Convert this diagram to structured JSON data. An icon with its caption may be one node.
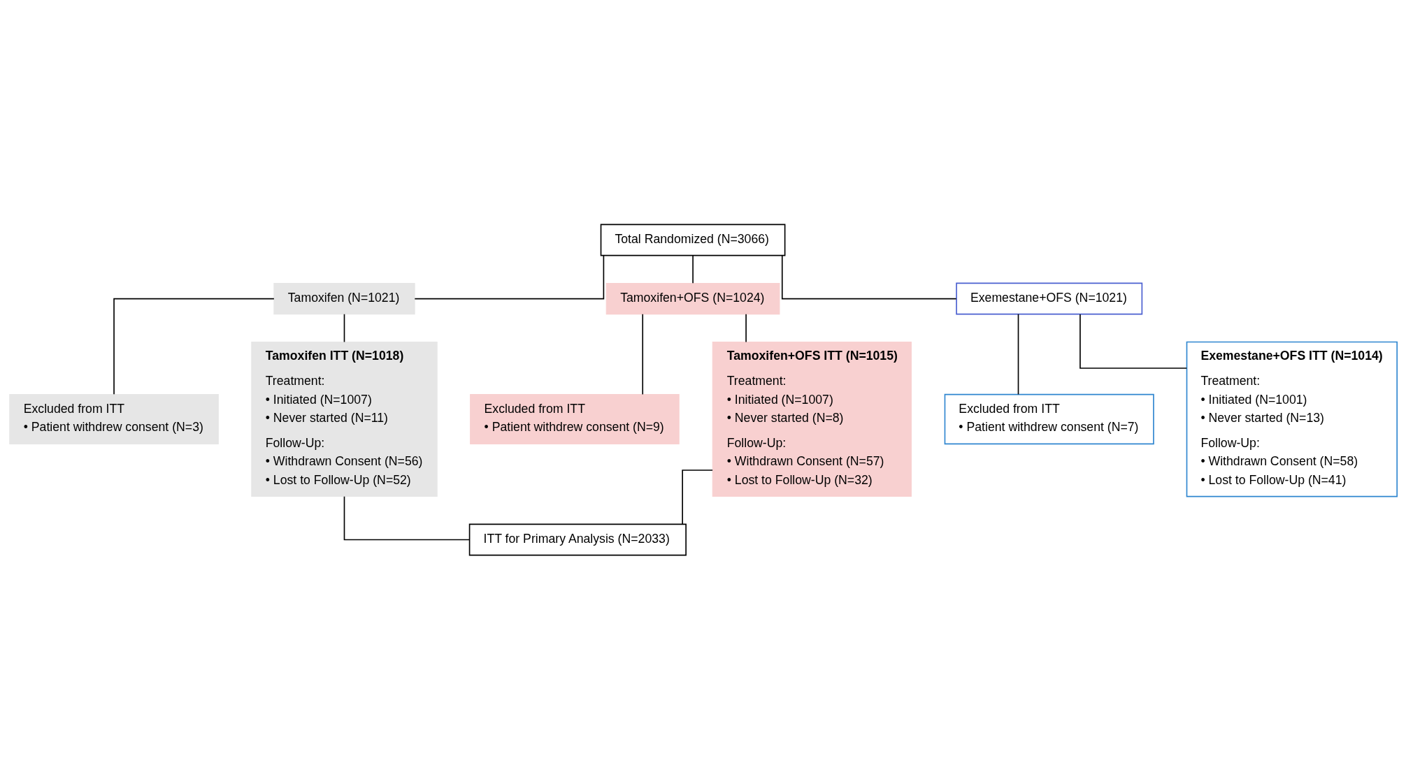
{
  "diagram": {
    "nodes": [
      {
        "text": [
          "Total Randomized (N=3066)"
        ]
      },
      {
        "text": [
          "Tamoxifen (N=1021)"
        ]
      },
      {
        "text": [
          "Tamoxifen+OFS (N=1024)"
        ]
      },
      {
        "text": [
          "Exemestane+OFS (N=1021)"
        ]
      },
      {
        "text": [
          "Excluded from ITT",
          "• Patient withdrew consent (N=3)"
        ]
      },
      {
        "text": [
          "Excluded from ITT",
          "• Patient withdrew consent (N=9)"
        ]
      },
      {
        "text": [
          "Excluded from ITT",
          "• Patient withdrew consent (N=7)"
        ]
      },
      {
        "text": [
          "Tamoxifen ITT (N=1018)",
          "Treatment:",
          "• Initiated (N=1007)",
          "• Never started (N=11)",
          "Follow-Up:",
          "• Withdrawn Consent (N=56)",
          "• Lost to Follow-Up (N=52)"
        ]
      },
      {
        "text": [
          "Tamoxifen+OFS ITT (N=1015)",
          "Treatment:",
          "• Initiated (N=1007)",
          "• Never started (N=8)",
          "Follow-Up:",
          "• Withdrawn Consent (N=57)",
          "• Lost to Follow-Up (N=32)"
        ]
      },
      {
        "text": [
          "Exemestane+OFS ITT (N=1014)",
          "Treatment:",
          "• Initiated (N=1001)",
          "• Never started (N=13)",
          "Follow-Up:",
          "• Withdrawn Consent (N=58)",
          "• Lost to Follow-Up (N=41)"
        ]
      },
      {
        "text": [
          "ITT for Primary Analysis (N=2033)"
        ]
      }
    ],
    "edges": [
      {
        "from": 0,
        "to": 1,
        "arrow": "none"
      },
      {
        "from": 0,
        "to": 2,
        "arrow": "none"
      },
      {
        "from": 0,
        "to": 3,
        "arrow": "none"
      },
      {
        "from": 1,
        "to": 4,
        "arrow": "none"
      },
      {
        "from": 1,
        "to": 7,
        "arrow": "none"
      },
      {
        "from": 2,
        "to": 5,
        "arrow": "none"
      },
      {
        "from": 2,
        "to": 8,
        "arrow": "none"
      },
      {
        "from": 3,
        "to": 6,
        "arrow": "none"
      },
      {
        "from": 3,
        "to": 9,
        "arrow": "none"
      },
      {
        "from": 7,
        "to": 10,
        "arrow": "none"
      },
      {
        "from": 8,
        "to": 10,
        "arrow": "none"
      }
    ]
  }
}
